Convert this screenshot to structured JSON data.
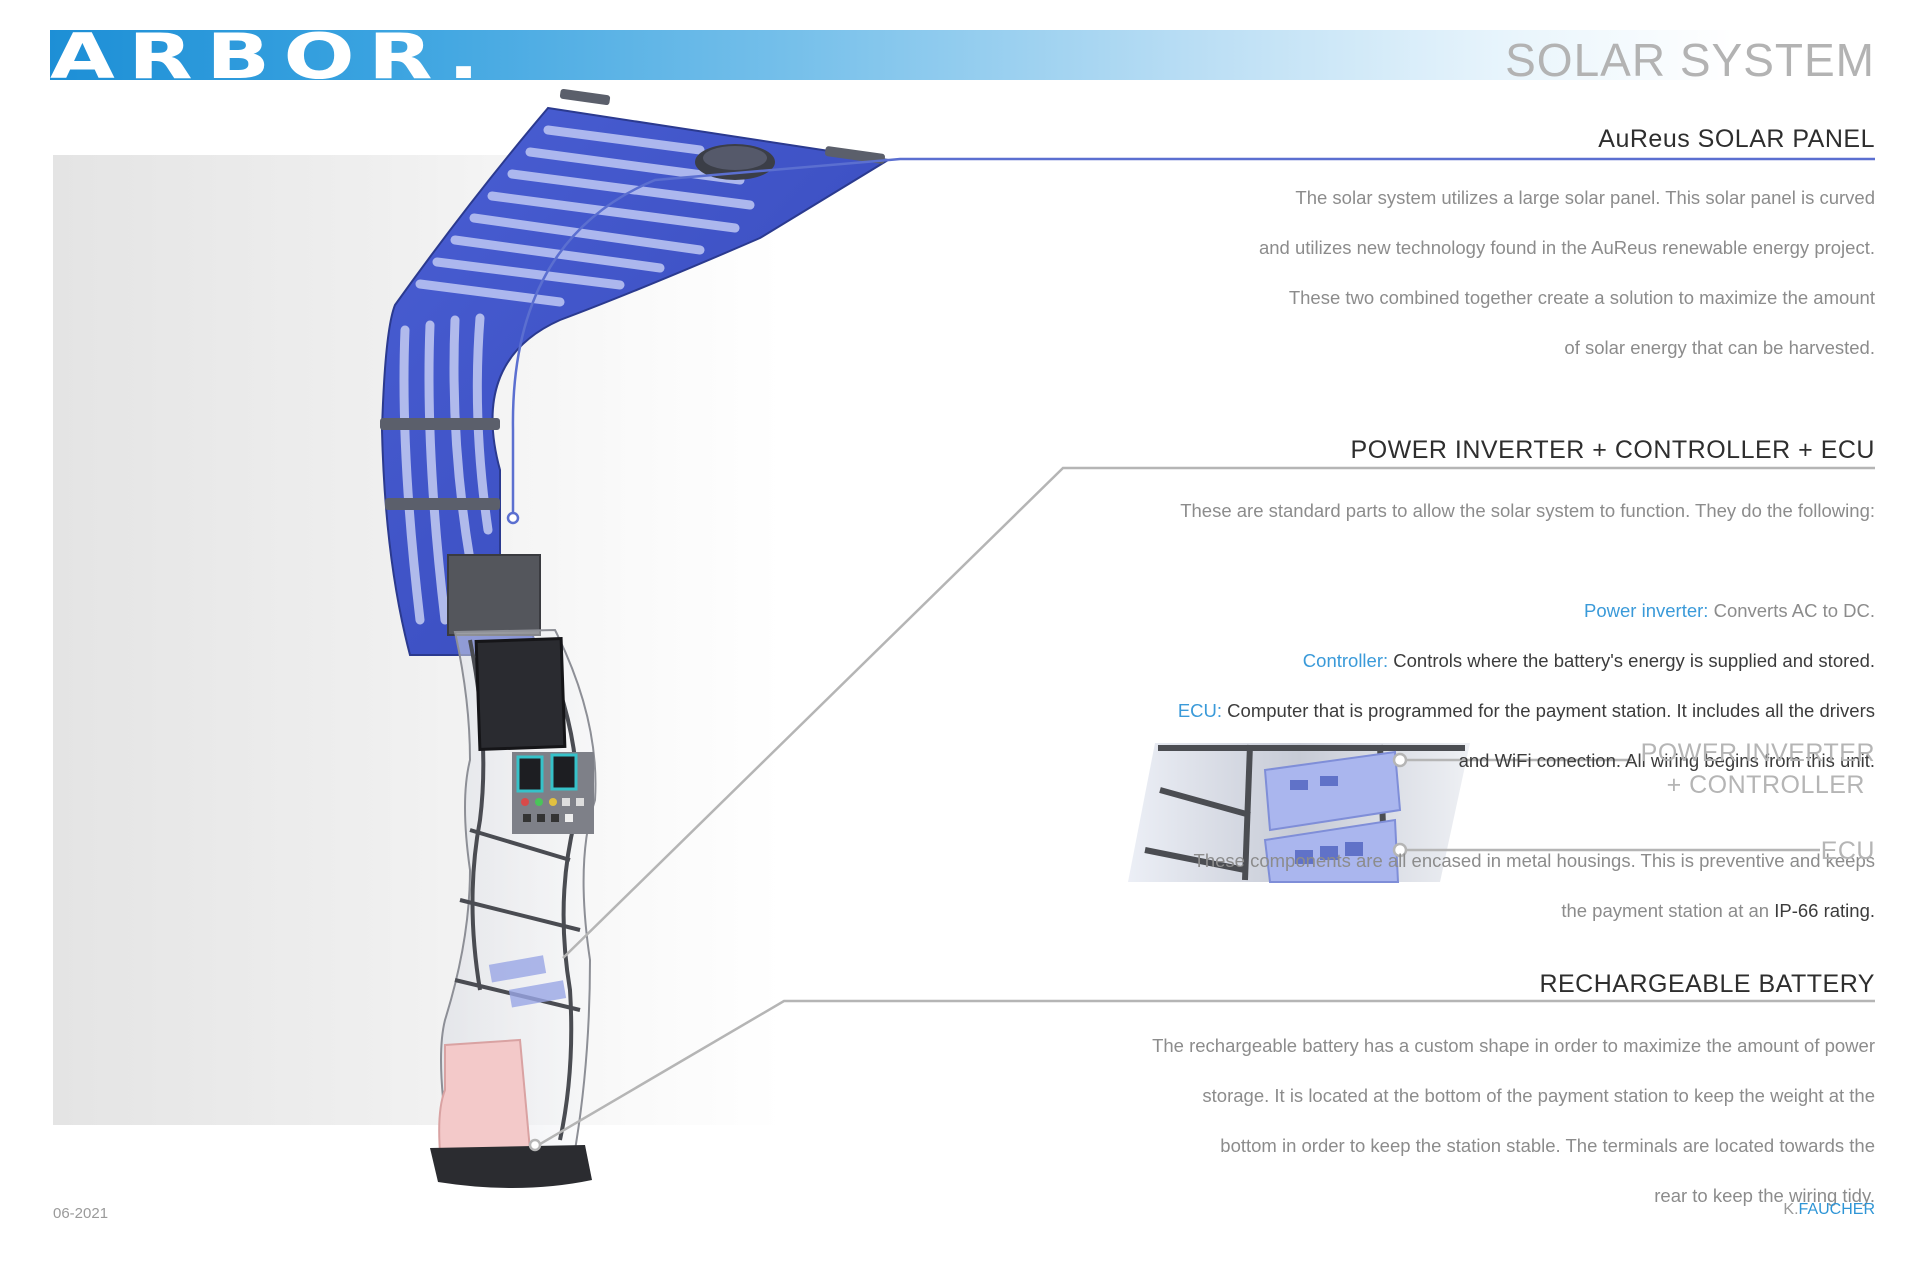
{
  "header": {
    "logo": "ARBOR.",
    "title": "SOLAR SYSTEM"
  },
  "sections": {
    "solar_panel": {
      "title": "AuReus SOLAR PANEL",
      "lines": [
        "The solar system utilizes a large solar panel. This solar panel is curved",
        "and utilizes new technology found in the AuReus renewable energy project.",
        "These two combined together create a solution to maximize the amount",
        "of solar energy that can be harvested."
      ]
    },
    "inverter": {
      "title": "POWER INVERTER + CONTROLLER + ECU",
      "intro": "These are standard parts to allow the solar system to function. They do the following:",
      "items": [
        {
          "term": "Power inverter:",
          "text": " Converts AC to DC."
        },
        {
          "term": "Controller:",
          "text": " Controls where the battery's energy is supplied and stored."
        },
        {
          "term": "ECU:",
          "text": " Computer that is programmed for the payment station. It includes all the drivers"
        }
      ],
      "ecu_continued": "and WiFi conection. All wiring begins from this unit.",
      "housing_line1": "These components are all encased in metal housings. This is preventive and keeps",
      "housing_line2_prefix": "the payment station at an ",
      "housing_line2_emph": "IP-66 rating."
    },
    "detail": {
      "label_inverter_line1": "POWER INVERTER",
      "label_inverter_line2": "+ CONTROLLER",
      "label_ecu": "ECU"
    },
    "battery": {
      "title": "RECHARGEABLE BATTERY",
      "lines": [
        "The rechargeable battery has a custom shape in order to maximize the amount of power",
        "storage. It is located at the bottom of the payment station to keep the weight at the",
        "bottom in order to keep the station stable. The terminals are located towards the",
        "rear to keep the wiring tidy."
      ]
    }
  },
  "footer": {
    "date": "06-2021",
    "author_initial": "K.",
    "author_name": "FAUCHER"
  },
  "colors": {
    "brand_blue": "#1d8fd6",
    "panel_blue": "#3f55c8",
    "accent_text": "#3a9ad9",
    "battery_pink": "#f3c9c9"
  }
}
